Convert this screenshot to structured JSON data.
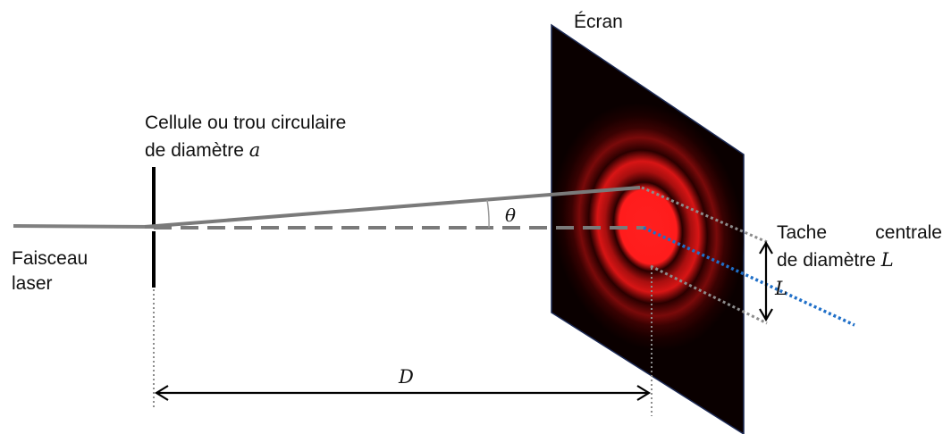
{
  "labels": {
    "screen": "Écran",
    "aperture_line1": "Cellule ou trou circulaire",
    "aperture_line2_prefix": "de diamètre ",
    "aperture_var": "a",
    "beam_line1": "Faisceau",
    "beam_line2": "laser",
    "spot_line1_word1": "Tache",
    "spot_line1_word2": "centrale",
    "spot_line2_prefix": "de diamètre ",
    "spot_var": "L",
    "angle": "θ",
    "distance": "D",
    "spot_arrow_label": "L"
  },
  "colors": {
    "beam": "#808080",
    "ray": "#7a7a7a",
    "screen_bg": "#0a0000",
    "pattern": "#ff1f1f",
    "screen_edge": "#1c2a55",
    "optical_axis_ext": "#1f6fc8",
    "guide_lines": "#8c8c8c",
    "arrows": "#000000"
  }
}
